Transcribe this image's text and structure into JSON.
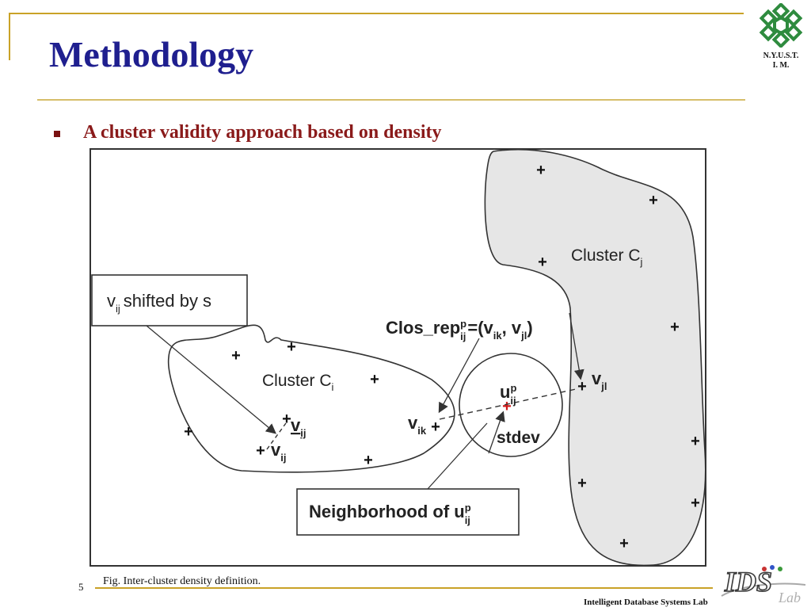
{
  "slide": {
    "title": "Methodology",
    "bullet": "A cluster validity approach based on density",
    "figure_caption": "Fig. Inter-cluster density definition.",
    "page_number": "5",
    "footer_lab": "Intelligent Database Systems Lab",
    "logo_top": {
      "line1": "N.Y.U.S.T.",
      "line2": "I. M.",
      "icon": "snowflake-emblem-icon",
      "color": "#2e8b3e"
    },
    "logo_bottom": {
      "main": "IDS",
      "script": "Lab",
      "tag": "Intelligent Database Systems",
      "icon": "ids-lab-logo"
    }
  },
  "figure": {
    "cluster_j": {
      "label": "Cluster C",
      "sub": "j"
    },
    "cluster_i": {
      "label": "Cluster C",
      "sub": "i"
    },
    "shifted_box": {
      "v": "v",
      "sub": "ij",
      "text": "shifted by s"
    },
    "clos_rep": {
      "text1": "Clos_rep",
      "sup": "p",
      "sub": "ij",
      "text2": "=(v",
      "sub2": "ik",
      "text3": ", v",
      "sub3": "jl",
      "text4": ")"
    },
    "neighborhood_box": {
      "text": "Neighborhood of u",
      "sup": "p",
      "sub": "ij"
    },
    "u_label": {
      "text": "u",
      "sup": "p",
      "sub": "ij"
    },
    "vjl_label": {
      "text": "v",
      "sub": "jl"
    },
    "vik_label": {
      "text": "v",
      "sub": "ik"
    },
    "vij_label": {
      "text": "v",
      "sub": "ij"
    },
    "vij_shift_label": {
      "text": "v",
      "sub": "ij"
    },
    "stdev_label": "stdev",
    "plus": "+"
  }
}
